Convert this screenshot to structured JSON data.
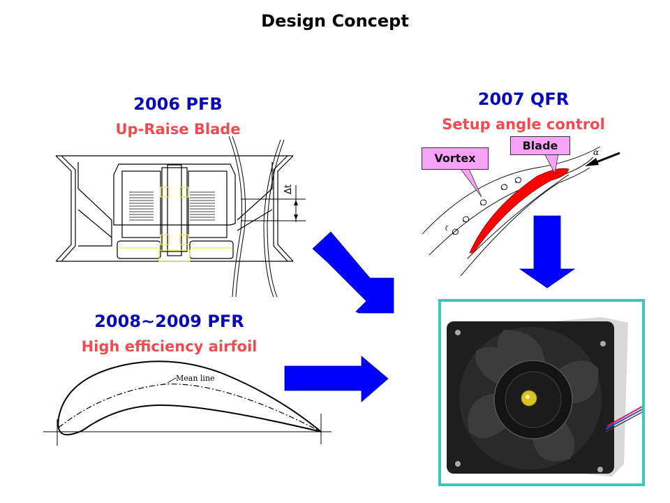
{
  "title": "Design Concept",
  "panels": {
    "pfb": {
      "year_label": "2006 PFB",
      "subtitle": "Up-Raise Blade",
      "dimension_label": "Δt"
    },
    "qfr": {
      "year_label": "2007 QFR",
      "subtitle": "Setup angle control",
      "callouts": {
        "vortex": "Vortex",
        "blade": "Blade"
      },
      "angle_label": "α"
    },
    "pfr": {
      "year_label": "2008~2009 PFR",
      "subtitle": "High efficiency airfoil",
      "mean_line_label": "Mean line"
    }
  },
  "result": {
    "description": "fan-photo"
  },
  "colors": {
    "title": "#000000",
    "year": "#0a0ab4",
    "subtitle": "#f04b50",
    "arrow": "#0000ff",
    "blade": "#ff0000",
    "callout": "#f7a3f7",
    "frame": "#3cc6c2"
  }
}
